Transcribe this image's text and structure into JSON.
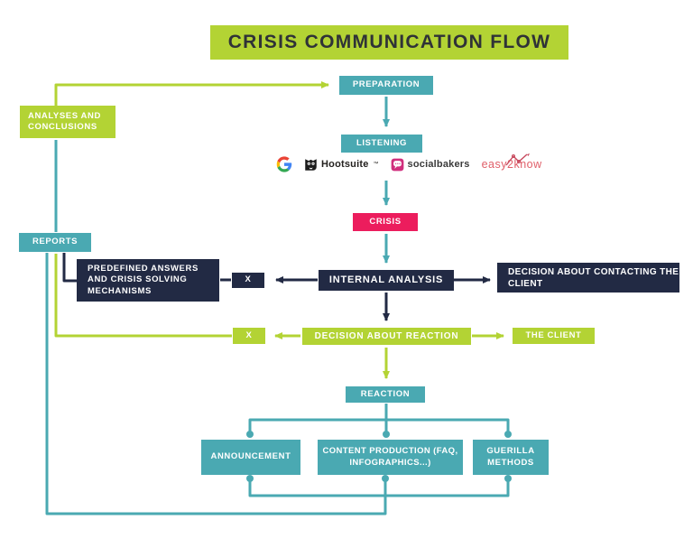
{
  "title": "CRISIS COMMUNICATION FLOW",
  "colors": {
    "lime": "#b3d334",
    "teal": "#4aa9b2",
    "navy": "#222a44",
    "pink": "#ec1d5d",
    "title-text": "#2f3237",
    "easy2know-red": "#e0606a",
    "socialbakers-pink": "#d02f7d",
    "google-blue": "#4285F4",
    "google-red": "#EA4335",
    "google-yellow": "#FBBC05",
    "google-green": "#34A853"
  },
  "nodes": {
    "preparation": {
      "label": "PREPARATION"
    },
    "listening": {
      "label": "LISTENING"
    },
    "crisis": {
      "label": "CRISIS"
    },
    "internal_analysis": {
      "label": "INTERNAL ANALYSIS"
    },
    "predefined_answers": {
      "label": "PREDEFINED ANSWERS AND CRISIS SOLVING MECHANISMS"
    },
    "x_internal": {
      "label": "X"
    },
    "decision_contacting": {
      "label": "DECISION ABOUT CONTACTING THE CLIENT"
    },
    "decision_reaction": {
      "label": "DECISION ABOUT REACTION"
    },
    "x_reaction": {
      "label": "X"
    },
    "the_client": {
      "label": "THE CLIENT"
    },
    "reaction": {
      "label": "REACTION"
    },
    "announcement": {
      "label": "ANNOUNCEMENT"
    },
    "content_production": {
      "label": "CONTENT PRODUCTION (FAQ, INFOGRAPHICS...)"
    },
    "guerilla_methods": {
      "label": "GUERILLA METHODS"
    },
    "analyses_conclusions": {
      "label": "ANALYSES AND CONCLUSIONS"
    },
    "reports": {
      "label": "REPORTS"
    }
  },
  "logos": {
    "google": {
      "name": "Google"
    },
    "hootsuite": {
      "label": "Hootsuite",
      "tm": "™"
    },
    "socialbakers": {
      "label": "socialbakers"
    },
    "easy2know": {
      "label": "easy2know"
    }
  }
}
